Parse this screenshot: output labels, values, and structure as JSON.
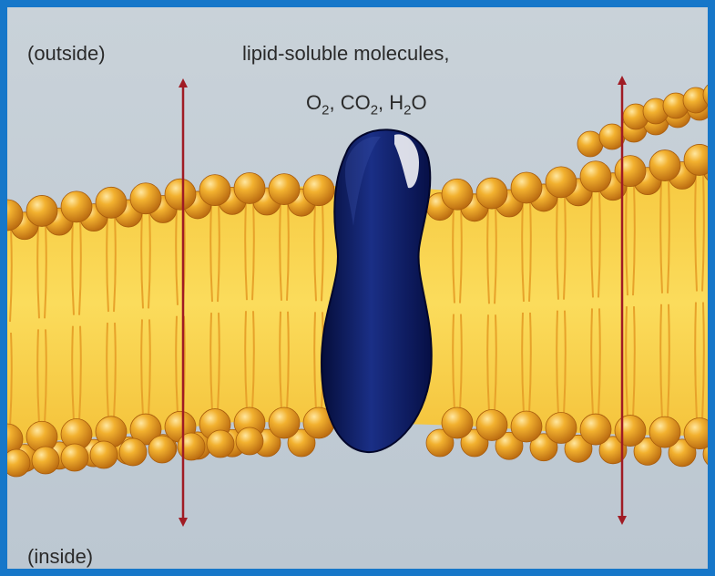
{
  "labels": {
    "outside": "(outside)",
    "inside": "(inside)",
    "molecules": "lipid-soluble molecules,",
    "o2_base": "O",
    "o2_sub": "2",
    "co2_base": "CO",
    "co2_sub": "2",
    "h2o_pre": "H",
    "h2o_sub": "2",
    "h2o_post": "O",
    "comma": ", "
  },
  "colors": {
    "border": "#1677c9",
    "background": "#c5cfd6",
    "lipid_head": "#e59a1e",
    "lipid_core": "#f7cf45",
    "protein": "#0d1f6b",
    "arrow": "#a01b24"
  }
}
